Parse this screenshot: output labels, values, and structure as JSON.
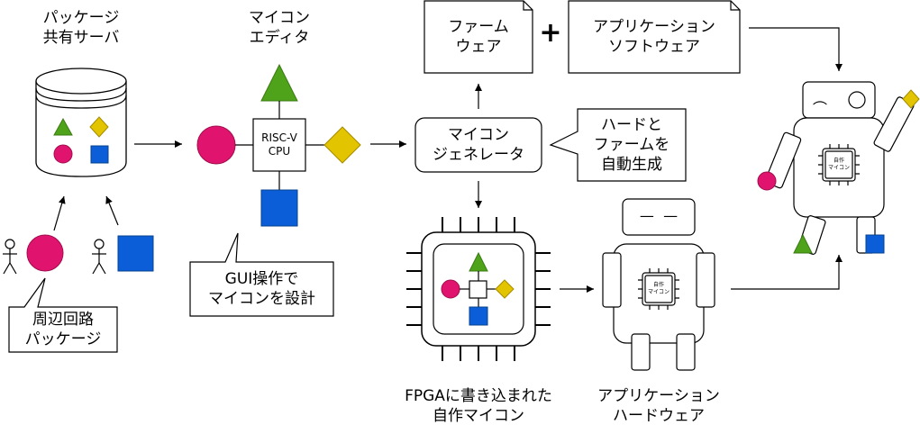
{
  "texts": {
    "pkg_server": "パッケージ\n共有サーバ",
    "mcu_editor": "マイコン\nエディタ",
    "cpu": "RISC-V\nCPU",
    "generator": "マイコン\nジェネレータ",
    "firmware": "ファーム\nウェア",
    "plus": "+",
    "app_software": "アプリケーション\nソフトウェア",
    "auto_gen_note": "ハードと\nファームを\n自動生成",
    "peripheral_note": "周辺回路\nパッケージ",
    "gui_note": "GUI操作で\nマイコンを設計",
    "fpga_caption": "FPGAに書き込まれた\n自作マイコン",
    "app_hardware_caption": "アプリケーション\nハードウェア",
    "chip_label_mid": "自作\nマイコン",
    "chip_label_right": "自作\nマイコン",
    "robot_face_mid": "—  —",
    "robot_face_right": "︵"
  },
  "colors": {
    "magenta": "#e0146e",
    "green": "#4ea31a",
    "yellow": "#e3c400",
    "blue": "#0b5ed7",
    "stroke": "#000000"
  }
}
